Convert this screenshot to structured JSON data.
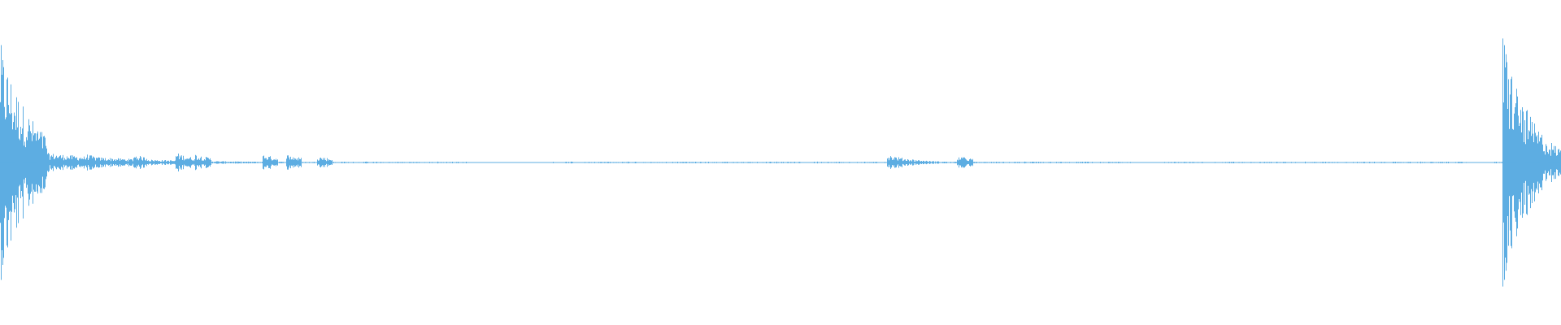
{
  "waveform": {
    "color": "#5dade2",
    "background": "#ffffff",
    "bursts": [
      {
        "pos": 0.0,
        "width": 0.03,
        "peak": 0.7,
        "decay": 0.012
      },
      {
        "pos": 0.055,
        "width": 0.01,
        "peak": 0.05,
        "decay": 0.01
      },
      {
        "pos": 0.085,
        "width": 0.01,
        "peak": 0.05,
        "decay": 0.01
      },
      {
        "pos": 0.112,
        "width": 0.02,
        "peak": 0.06,
        "decay": 0.01
      },
      {
        "pos": 0.125,
        "width": 0.01,
        "peak": 0.05,
        "decay": 0.01
      },
      {
        "pos": 0.168,
        "width": 0.01,
        "peak": 0.05,
        "decay": 0.01
      },
      {
        "pos": 0.183,
        "width": 0.01,
        "peak": 0.05,
        "decay": 0.01
      },
      {
        "pos": 0.203,
        "width": 0.01,
        "peak": 0.04,
        "decay": 0.01
      },
      {
        "pos": 0.568,
        "width": 0.05,
        "peak": 0.05,
        "decay": 0.01
      },
      {
        "pos": 0.613,
        "width": 0.01,
        "peak": 0.04,
        "decay": 0.01
      },
      {
        "pos": 0.962,
        "width": 0.045,
        "peak": 0.8,
        "decay": 0.01
      }
    ],
    "noise_floor": 0.004,
    "noise_gaps": [
      [
        0.3,
        0.35
      ],
      [
        0.725,
        0.745
      ],
      [
        0.94,
        0.955
      ]
    ]
  }
}
